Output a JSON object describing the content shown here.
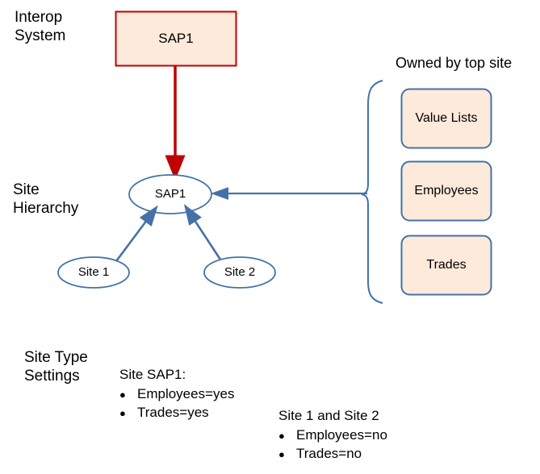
{
  "diagram": {
    "type": "flow-diagram",
    "colors": {
      "interop_box_stroke": "#c00000",
      "interop_box_fill": "#fdeada",
      "arrow_red": "#c00000",
      "ellipse_stroke": "#4472a8",
      "ellipse_fill": "#ffffff",
      "rounded_box_stroke": "#4472a8",
      "rounded_box_fill": "#fdeada",
      "arrow_blue": "#4472a8",
      "bracket": "#4472a8",
      "text": "#000000"
    },
    "section_labels": {
      "interop_system": "Interop\nSystem",
      "site_hierarchy": "Site\nHierarchy",
      "site_type_settings": "Site Type\nSettings",
      "owned_by_top_site": "Owned by top site"
    },
    "interop_box": {
      "label": "SAP1"
    },
    "hierarchy": {
      "top_node": "SAP1",
      "child_nodes": [
        "Site 1",
        "Site 2"
      ]
    },
    "owned_boxes": [
      {
        "label": "Value Lists"
      },
      {
        "label": "Employees"
      },
      {
        "label": "Trades"
      }
    ],
    "settings": [
      {
        "title": "Site SAP1:",
        "bullet": "●",
        "items": [
          "Employees=yes",
          "Trades=yes"
        ]
      },
      {
        "title": "Site 1 and Site 2",
        "bullet": "●",
        "items": [
          "Employees=no",
          "Trades=no"
        ]
      }
    ]
  }
}
